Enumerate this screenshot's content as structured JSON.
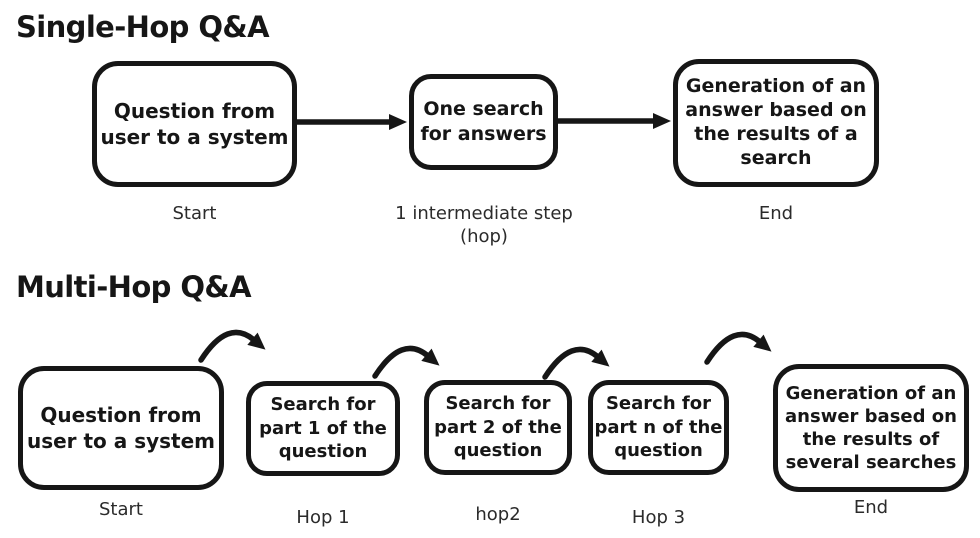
{
  "page": {
    "background_color": "#ffffff",
    "ink_color": "#161616",
    "label_color": "#2b2b2b"
  },
  "single_hop": {
    "title": "Single-Hop Q&A",
    "box1": {
      "text": "Question from\nuser to a system",
      "label": "Start"
    },
    "box2": {
      "text": "One search\nfor answers",
      "label": "1 intermediate step\n(hop)"
    },
    "box3": {
      "text": "Generation of an\nanswer based on\nthe results of a\nsearch",
      "label": "End"
    }
  },
  "multi_hop": {
    "title": "Multi-Hop Q&A",
    "box1": {
      "text": "Question from\nuser to a system",
      "label": "Start"
    },
    "box2": {
      "text": "Search for\npart 1 of the\nquestion",
      "label": "Hop 1"
    },
    "box3": {
      "text": "Search for\npart 2 of the\nquestion",
      "label": "hop2"
    },
    "box4": {
      "text": "Search for\npart n of the\nquestion",
      "label": "Hop 3"
    },
    "box5": {
      "text": "Generation of an\nanswer based on\nthe results of\nseveral searches",
      "label": "End"
    }
  }
}
